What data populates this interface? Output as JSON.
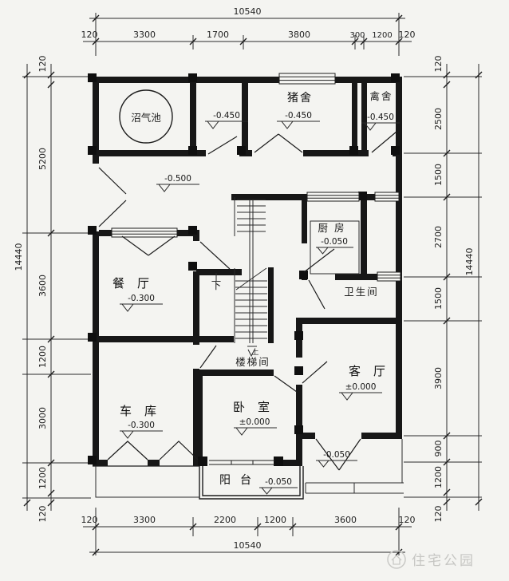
{
  "drawing": {
    "type": "residential floor plan",
    "bg_color": "#f4f4f1",
    "line_color": "#1c1c1c",
    "watermark_color": "#c6c6c3"
  },
  "rooms": [
    {
      "id": "biogas",
      "label": "沼气池"
    },
    {
      "id": "pig",
      "label": "猪舍",
      "level": "-0.450"
    },
    {
      "id": "poultry",
      "label": "禽舍",
      "level": "-0.450"
    },
    {
      "id": "kitchen",
      "label": "厨房",
      "level": "-0.050"
    },
    {
      "id": "dining",
      "label": "餐厅",
      "level": "-0.300"
    },
    {
      "id": "bath",
      "label": "卫生间"
    },
    {
      "id": "stair",
      "label": "楼梯间"
    },
    {
      "id": "living",
      "label": "客厅",
      "level": "±0.000"
    },
    {
      "id": "garage",
      "label": "车库",
      "level": "-0.300"
    },
    {
      "id": "bedroom",
      "label": "卧室",
      "level": "±0.000"
    },
    {
      "id": "balcony",
      "label": "阳台",
      "level": "-0.050"
    }
  ],
  "floor_levels": {
    "vestibule": "-0.450",
    "courtyard": "-0.500",
    "porch": "-0.050"
  },
  "stair_marks": {
    "down": "下",
    "up": "上"
  },
  "dimensions": {
    "top": {
      "overall": "10540",
      "segments": [
        "120",
        "3300",
        "1700",
        "3800",
        "300",
        "1200",
        "120"
      ]
    },
    "bottom": {
      "overall": "10540",
      "segments": [
        "120",
        "3300",
        "2200",
        "1200",
        "3600",
        "120"
      ]
    },
    "left": {
      "overall": "14440",
      "segments": [
        "120",
        "5200",
        "3600",
        "1200",
        "3000",
        "1200",
        "120"
      ]
    },
    "right": {
      "overall": "14440",
      "segments": [
        "120",
        "2500",
        "1500",
        "2700",
        "1500",
        "3900",
        "900",
        "1200",
        "120"
      ]
    }
  },
  "watermark": {
    "text": "住宅公园"
  }
}
